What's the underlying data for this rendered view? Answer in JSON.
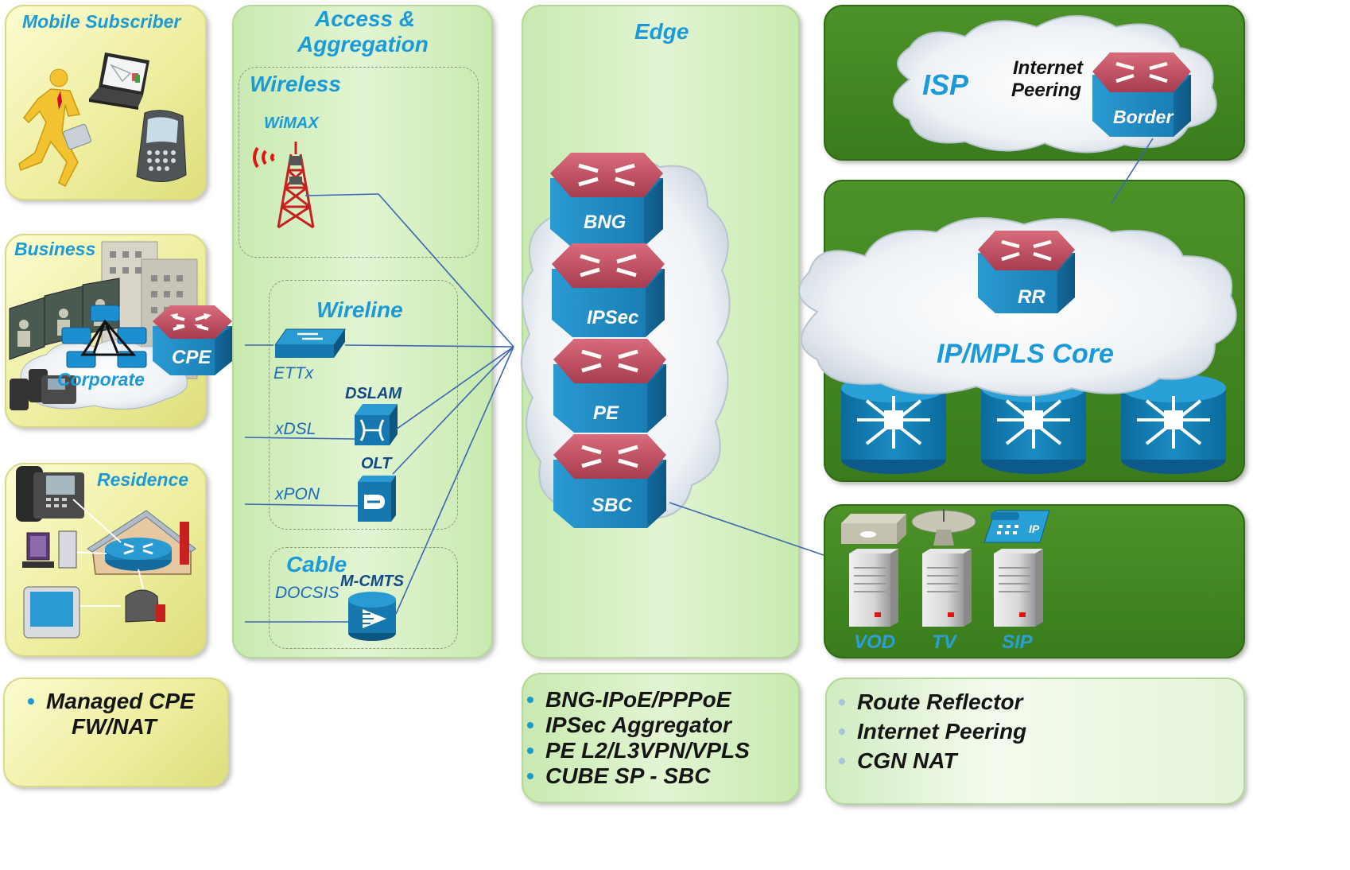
{
  "mobile": {
    "title": "Mobile Subscriber"
  },
  "business": {
    "title": "Business",
    "corporate": "Corporate",
    "cpe": "CPE"
  },
  "residence": {
    "title": "Residence"
  },
  "cpe_box": {
    "line1": "Managed CPE",
    "line2": "FW/NAT"
  },
  "access": {
    "title_line1": "Access &",
    "title_line2": "Aggregation",
    "wireless": "Wireless",
    "wimax": "WiMAX",
    "wireline": "Wireline",
    "ettx": "ETTx",
    "dslam": "DSLAM",
    "xdsl": "xDSL",
    "olt": "OLT",
    "xpon": "xPON",
    "cable": "Cable",
    "docsis": "DOCSIS",
    "mcmts": "M-CMTS"
  },
  "edge": {
    "title": "Edge",
    "routers": [
      "BNG",
      "IPSec",
      "PE",
      "SBC"
    ],
    "bullets": [
      "BNG-IPoE/PPPoE",
      "IPSec Aggregator",
      "PE L2/L3VPN/VPLS",
      "CUBE SP - SBC"
    ]
  },
  "isp": {
    "title": "ISP",
    "peering_line1": "Internet",
    "peering_line2": "Peering",
    "border": "Border"
  },
  "core": {
    "title": "IP/MPLS Core",
    "rr": "RR"
  },
  "services": {
    "items": [
      "VOD",
      "TV",
      "SIP"
    ]
  },
  "core_bullets": [
    "Route Reflector",
    "Internet Peering",
    "CGN NAT"
  ],
  "colors": {
    "router_top": "#b84a5c",
    "router_side": "#1b7fb5",
    "accent_blue": "#1a9ad8",
    "dark_green": "#3e8020",
    "light_green": "#d2eec0",
    "yellow": "#f2f2b0"
  }
}
